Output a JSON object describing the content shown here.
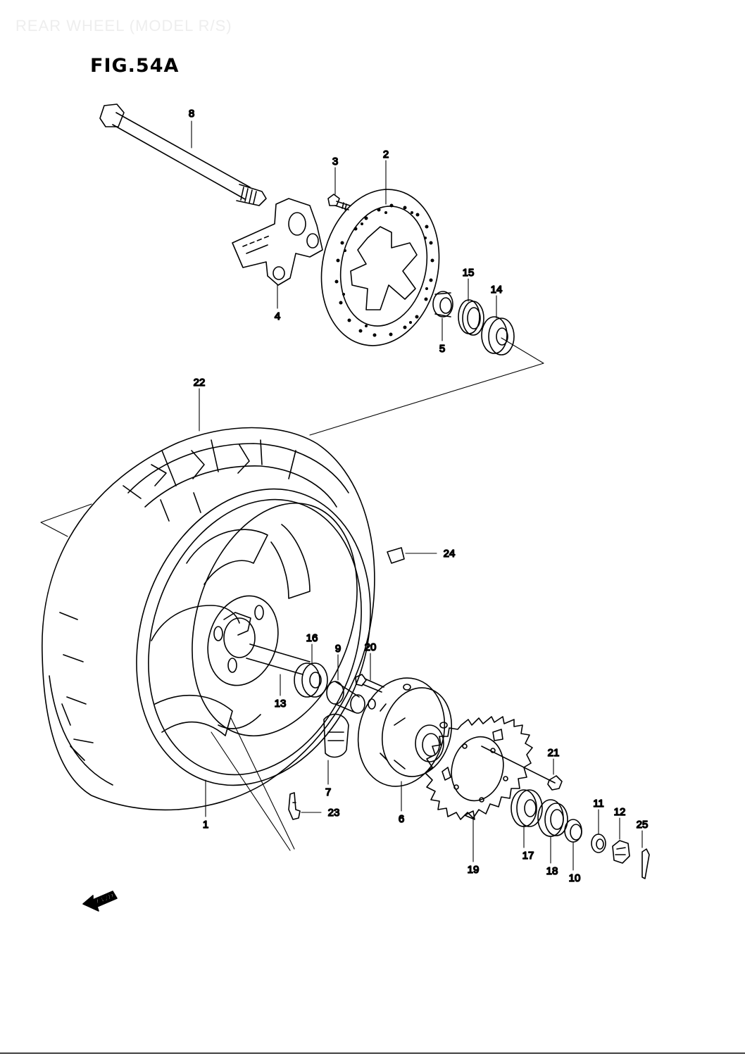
{
  "header": {
    "faded_title": "REAR WHEEL (MODEL R/S)",
    "figure_label": "FIG.54A"
  },
  "callouts": [
    {
      "id": "c8",
      "label": "8"
    },
    {
      "id": "c3",
      "label": "3"
    },
    {
      "id": "c2",
      "label": "2"
    },
    {
      "id": "c4",
      "label": "4"
    },
    {
      "id": "c15",
      "label": "15"
    },
    {
      "id": "c14",
      "label": "14"
    },
    {
      "id": "c5",
      "label": "5"
    },
    {
      "id": "c22",
      "label": "22"
    },
    {
      "id": "c24",
      "label": "24"
    },
    {
      "id": "c16",
      "label": "16"
    },
    {
      "id": "c9",
      "label": "9"
    },
    {
      "id": "c20",
      "label": "20"
    },
    {
      "id": "c13",
      "label": "13"
    },
    {
      "id": "c7",
      "label": "7"
    },
    {
      "id": "c23",
      "label": "23"
    },
    {
      "id": "c1",
      "label": "1"
    },
    {
      "id": "c6",
      "label": "6"
    },
    {
      "id": "c21",
      "label": "21"
    },
    {
      "id": "c11",
      "label": "11"
    },
    {
      "id": "c12",
      "label": "12"
    },
    {
      "id": "c25",
      "label": "25"
    },
    {
      "id": "c17",
      "label": "17"
    },
    {
      "id": "c18",
      "label": "18"
    },
    {
      "id": "c10",
      "label": "10"
    },
    {
      "id": "c19",
      "label": "19"
    }
  ],
  "forward_badge": {
    "label": "FWD",
    "icon": "forward-arrow-icon"
  },
  "colors": {
    "line": "#000000",
    "background": "#ffffff"
  }
}
